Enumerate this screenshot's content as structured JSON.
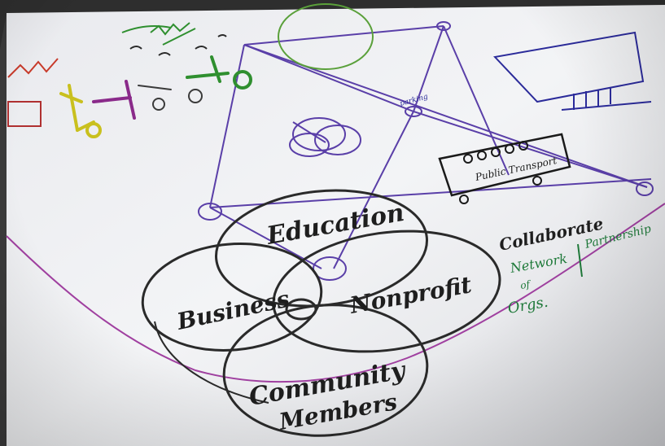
{
  "labels": {
    "education": "Education",
    "business": "Business",
    "nonprofit": "Nonprofit",
    "community": "Community",
    "members": "Members",
    "collaborate": "Collaborate",
    "network": "Network",
    "of": "of",
    "orgs": "Orgs.",
    "partnership": "Partnership",
    "public_transport": "Public Transport",
    "parking": "parking"
  },
  "colors": {
    "paper": "#f1f2f4",
    "marker_black": "#2a2a2a",
    "marker_purple": "#5a3fa8",
    "marker_violet": "#9a3a9a",
    "marker_green": "#1f7a3a",
    "marker_yellow": "#c9c01e",
    "marker_red": "#c83a2a"
  }
}
